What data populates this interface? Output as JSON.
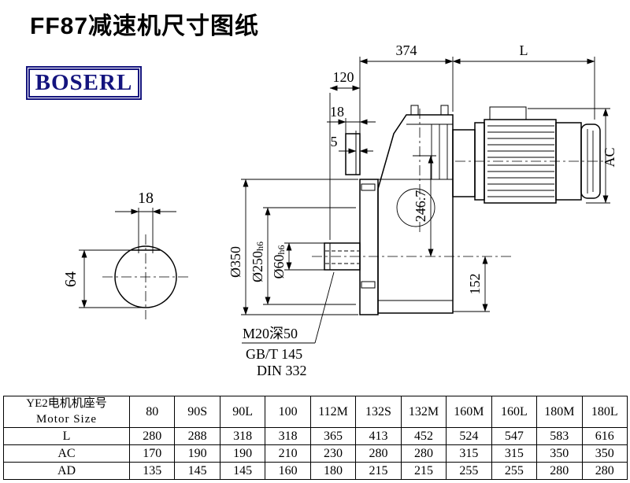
{
  "page": {
    "title": "FF87减速机尺寸图纸",
    "logo": "BOSERL"
  },
  "drawing": {
    "dims": {
      "top_width": "374",
      "motor_length": "L",
      "shaft_len": "120",
      "step18": "18",
      "step5": "5",
      "motor_height": "AC",
      "center_height": "246.7",
      "foot": "152",
      "flange_od": "Ø350",
      "spigot": "Ø250",
      "spigot_tol": "h6",
      "shaft_d": "Ø60",
      "shaft_tol": "h6"
    },
    "section": {
      "key_width": "18",
      "key_depth": "64"
    },
    "notes": {
      "thread": "M20深50",
      "std1": "GB/T 145",
      "std2": "DIN 332"
    }
  },
  "table": {
    "header_cn": "YE2电机机座号",
    "header_en": "Motor Size",
    "sizes": [
      "80",
      "90S",
      "90L",
      "100",
      "112M",
      "132S",
      "132M",
      "160M",
      "160L",
      "180M",
      "180L"
    ],
    "rows": [
      {
        "label": "L",
        "values": [
          "280",
          "288",
          "318",
          "318",
          "365",
          "413",
          "452",
          "524",
          "547",
          "583",
          "616"
        ]
      },
      {
        "label": "AC",
        "values": [
          "170",
          "190",
          "190",
          "210",
          "230",
          "280",
          "280",
          "315",
          "315",
          "350",
          "350"
        ]
      },
      {
        "label": "AD",
        "values": [
          "135",
          "145",
          "145",
          "160",
          "180",
          "215",
          "215",
          "255",
          "255",
          "280",
          "280"
        ]
      }
    ]
  }
}
